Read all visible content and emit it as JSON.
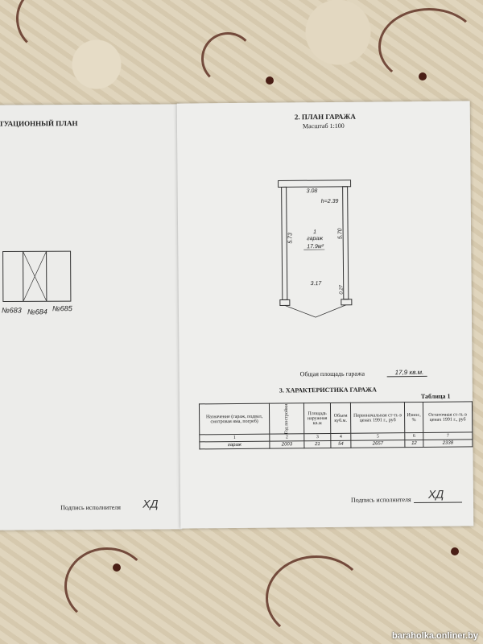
{
  "left_page": {
    "title": "ТУАЦИОННЫЙ ПЛАН",
    "garages": [
      "№683",
      "№684",
      "№685"
    ],
    "signature_label": "Подпись исполнителя"
  },
  "plan": {
    "title": "2. ПЛАН ГАРАЖА",
    "scale": "Масштаб 1:100",
    "top_width": "3.08",
    "height_label": "h=2.39",
    "left_length": "5.73",
    "right_length": "5.70",
    "room_number": "1",
    "room_name": "гараж",
    "room_area": "17.9м²",
    "bottom_width": "3.17",
    "door_offset": "0.27"
  },
  "total_area": {
    "label": "Общая площадь гаража",
    "value": "17,9 кв.м."
  },
  "characteristics": {
    "title": "3. ХАРАКТЕРИСТИКА ГАРАЖА",
    "table_label": "Таблица 1",
    "headers": [
      "Назначение (гараж, подвал, смотровая яма, погреб)",
      "Год постройки",
      "Площадь наружная кв.м",
      "Объем куб.м.",
      "Первоначальная ст-ть в ценах 1991 г., руб",
      "Износ, %",
      "Остаточная ст-ть в ценах 1991 г., руб"
    ],
    "numbers": [
      "1",
      "2",
      "3",
      "4",
      "5",
      "6",
      "7"
    ],
    "row": [
      "гараж",
      "2003",
      "21",
      "54",
      "2657",
      "12",
      "2338"
    ]
  },
  "signature_label": "Подпись исполнителя",
  "watermark": "baraholka.onliner.by"
}
